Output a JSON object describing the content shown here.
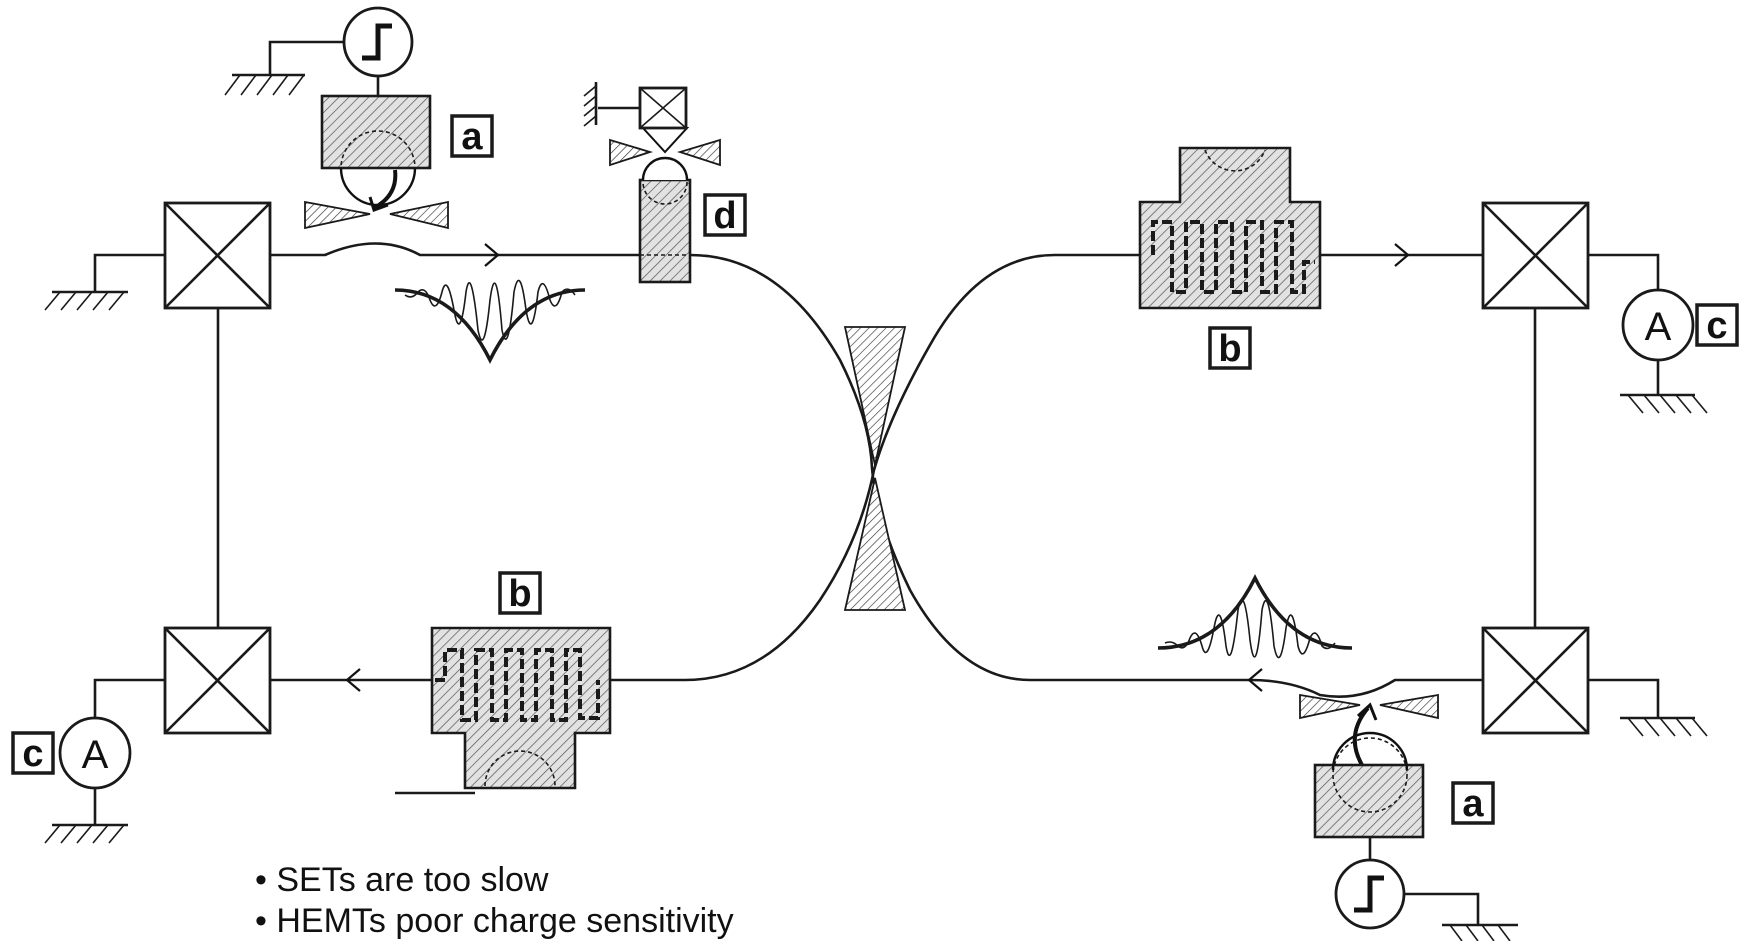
{
  "labels": {
    "pump_top": "a",
    "pump_bottom": "a",
    "delay_left": "b",
    "delay_right": "b",
    "meter_right": "c",
    "meter_left": "c",
    "detector": "d"
  },
  "meter_symbol_right": "A",
  "meter_symbol_left": "A",
  "bullets": [
    "• SETs are too slow",
    "• HEMTs  poor charge sensitivity"
  ]
}
